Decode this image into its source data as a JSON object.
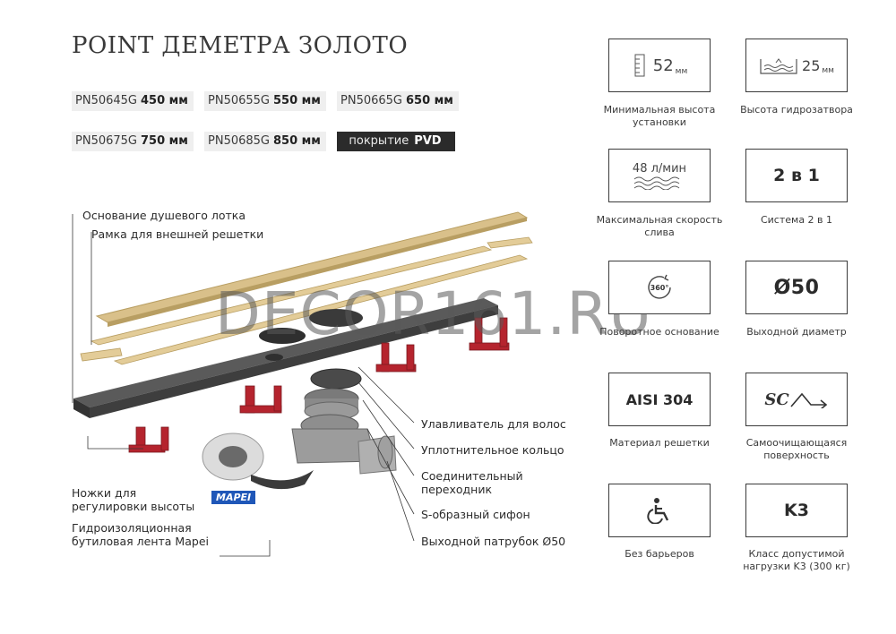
{
  "title": "POINT ДЕМЕТРА ЗОЛОТО",
  "models": [
    {
      "code": "PN50645G",
      "size": "450 мм"
    },
    {
      "code": "PN50655G",
      "size": "550 мм"
    },
    {
      "code": "PN50665G",
      "size": "650 мм"
    },
    {
      "code": "PN50675G",
      "size": "750 мм"
    },
    {
      "code": "PN50685G",
      "size": "850 мм"
    }
  ],
  "coating": {
    "label": "покрытие",
    "value": "PVD"
  },
  "parts": {
    "base": "Основание душевого лотка",
    "frame": "Рамка для внешней решетки",
    "hair_trap": "Улавливатель для волос",
    "seal": "Уплотнительное кольцо",
    "adapter": "Соединительный переходник",
    "siphon": "S-образный сифон",
    "outlet": "Выходной патрубок Ø50",
    "legs": "Ножки для регулировки высоты",
    "tape": "Гидроизоляционная бутиловая лента Mapei",
    "mapei_logo": "MAPEI"
  },
  "watermark": "DECOR161.RU",
  "features": [
    {
      "value": "52",
      "unit": "мм",
      "caption": "Минимальная высота установки",
      "icon": "ruler-icon"
    },
    {
      "value": "25",
      "unit": "мм",
      "caption": "Высота гидрозатвора",
      "icon": "water-seal-icon"
    },
    {
      "value": "48",
      "unit": "л/мин",
      "caption": "Максимальная скорость слива",
      "icon": "waves-icon"
    },
    {
      "value": "2 в 1",
      "caption": "Система 2 в 1"
    },
    {
      "value": "360°",
      "caption": "Поворотное основание",
      "icon": "rotate-icon"
    },
    {
      "value": "Ø50",
      "caption": "Выходной диаметр"
    },
    {
      "value": "AISI 304",
      "caption": "Материал решетки"
    },
    {
      "value": "SC",
      "caption": "Самоочищающаяся поверхность",
      "icon": "self-clean-icon"
    },
    {
      "value": "",
      "caption": "Без барьеров",
      "icon": "wheelchair-icon"
    },
    {
      "value": "K3",
      "caption": "Класс допустимой нагрузки K3 (300 кг)"
    }
  ],
  "colors": {
    "gold": "#d9c08a",
    "dark_body": "#4a4a4a",
    "red_legs": "#b5242e",
    "box_border": "#3a3a3a"
  }
}
